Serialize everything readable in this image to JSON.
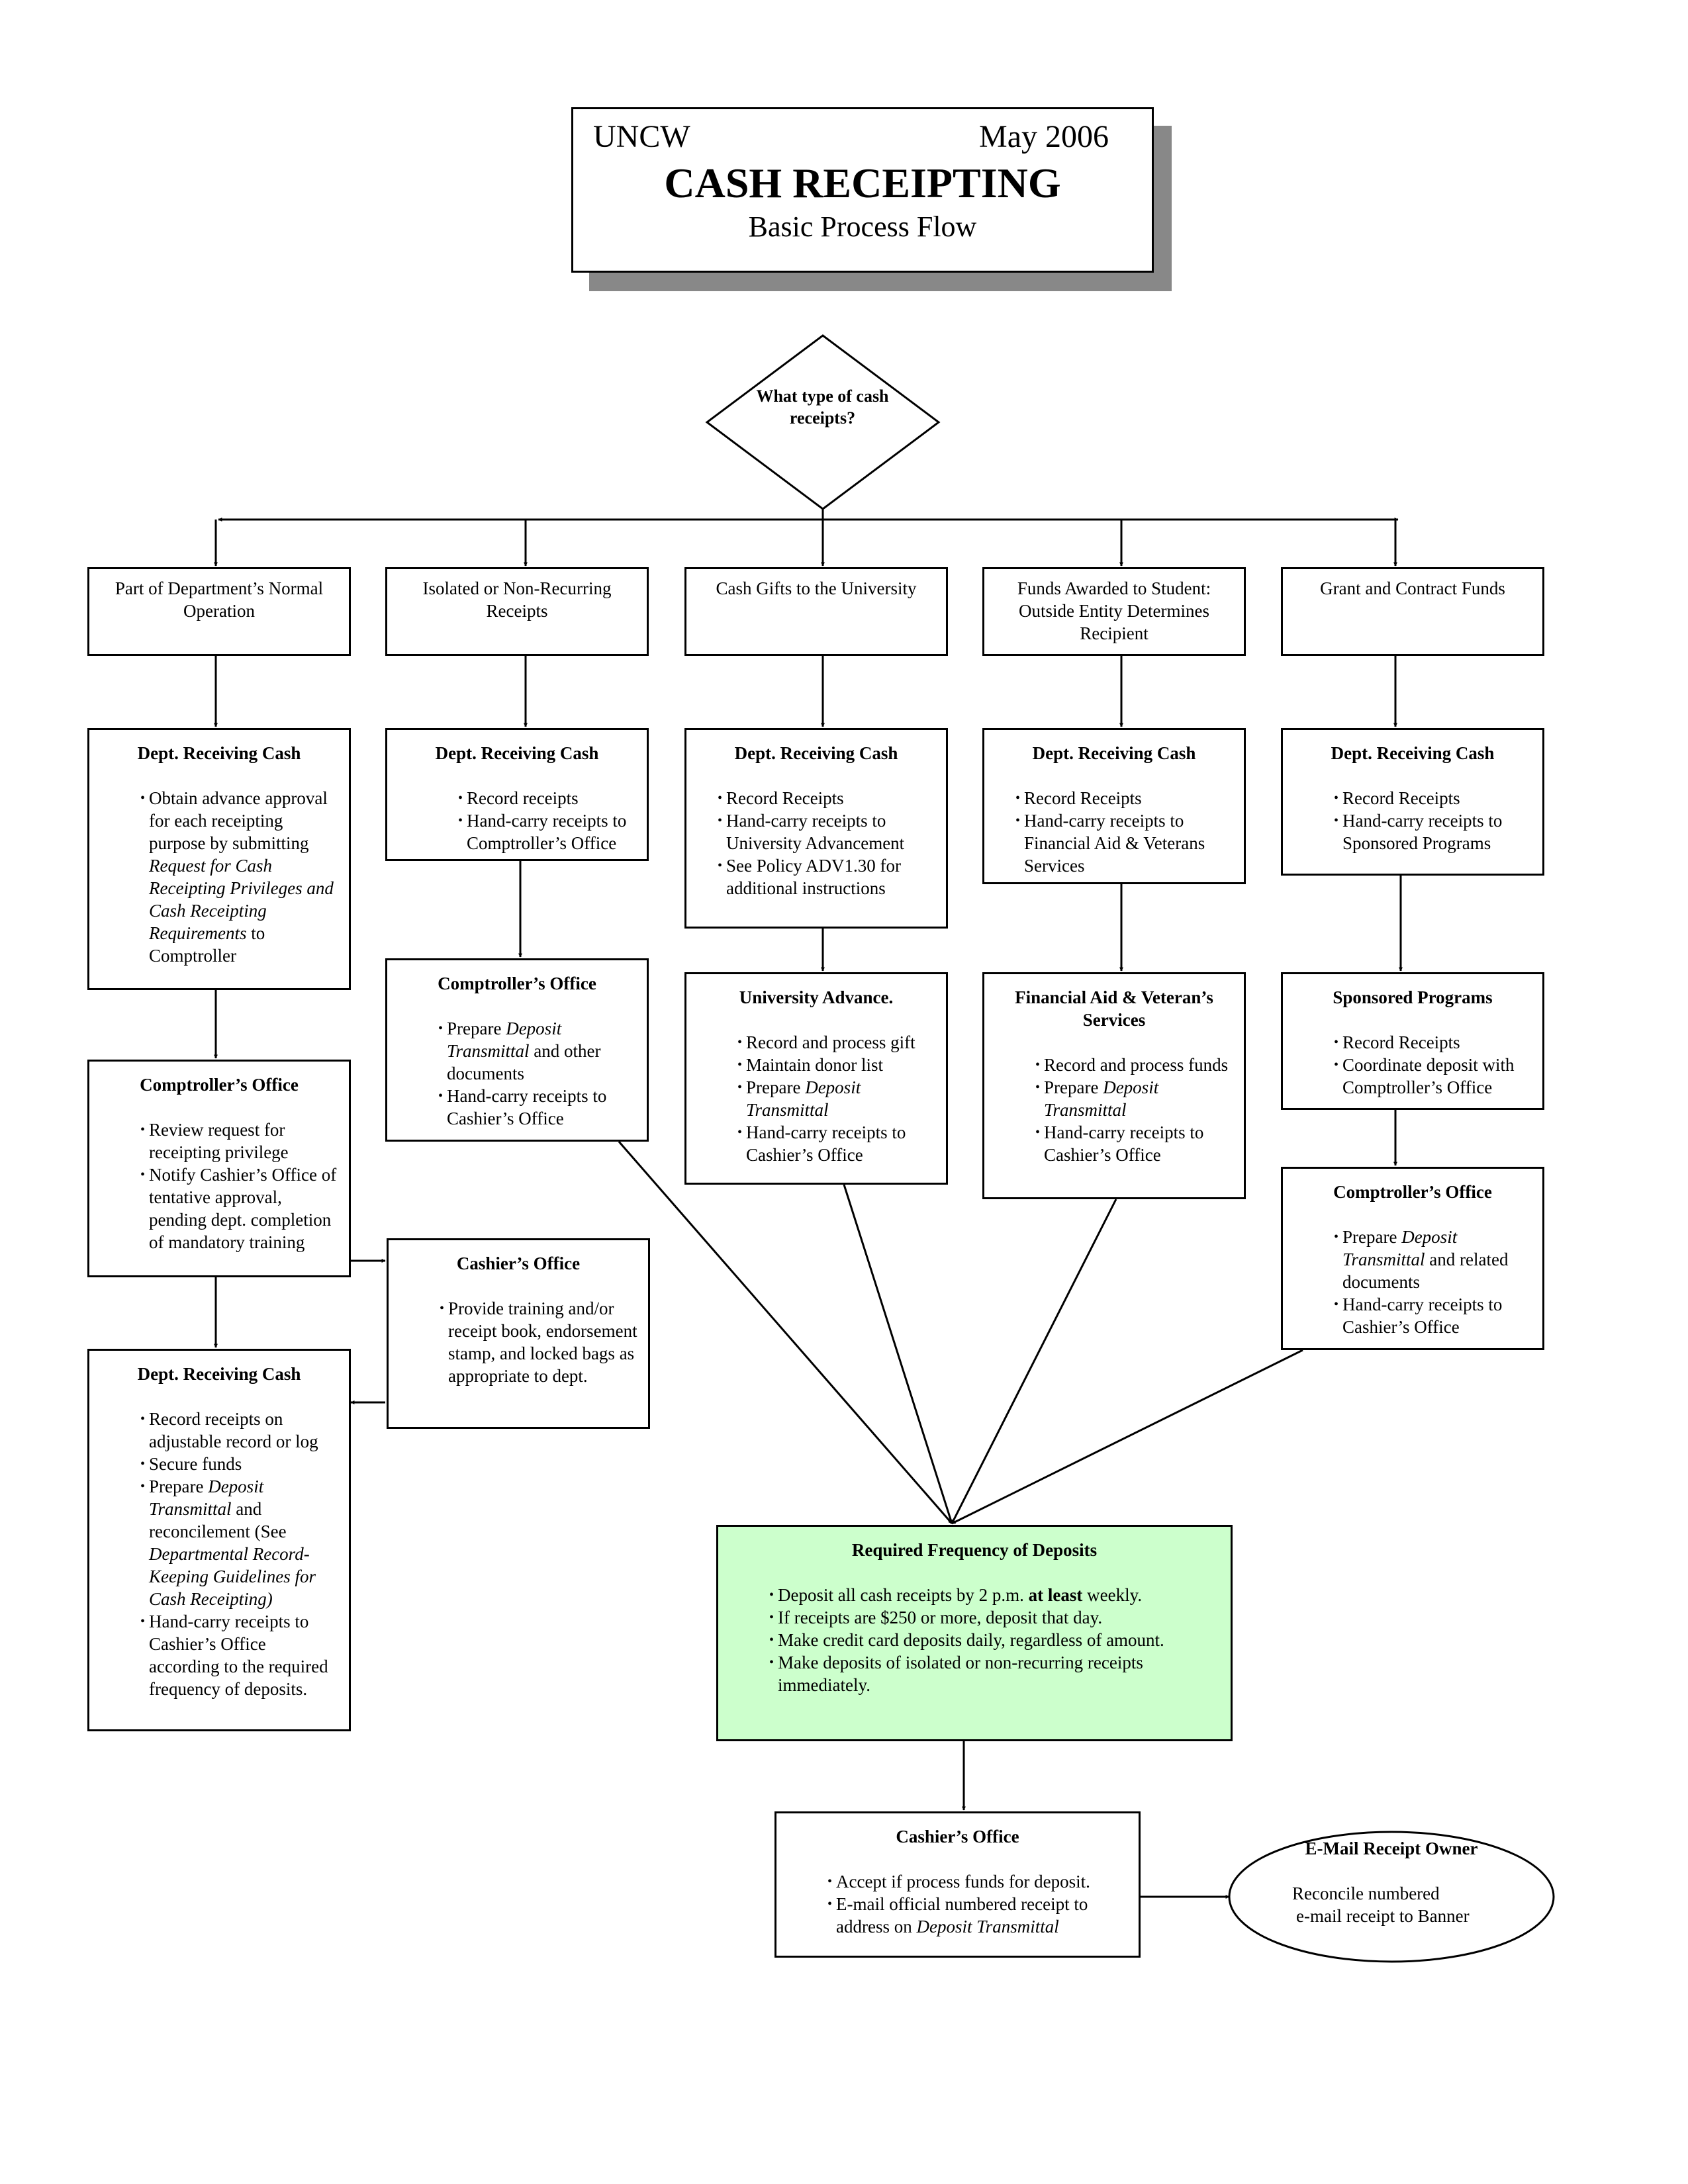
{
  "header": {
    "org": "UNCW",
    "date": "May 2006",
    "title": "CASH RECEIPTING",
    "subtitle": "Basic Process Flow"
  },
  "decision": {
    "question": "What type of cash receipts?"
  },
  "categories": [
    "Part of Department’s Normal Operation",
    "Isolated or Non-Recurring Receipts",
    "Cash Gifts to the University",
    "Funds Awarded to Student: Outside Entity Determines Recipient",
    "Grant and Contract Funds"
  ],
  "col1": {
    "dept_title": "Dept. Receiving Cash",
    "dept_item_1_a": "Obtain advance approval for each receipting purpose by submitting ",
    "dept_item_1_b": "Request for Cash Receipting Privileges and Cash Receipting Requirements",
    "dept_item_1_c": " to Comptroller",
    "comp_title": "Comptroller’s Office",
    "comp_item_1": "Review request for receipting privilege",
    "comp_item_2": "Notify Cashier’s Office of tentative approval, pending dept. completion of mandatory training",
    "dept2_title": "Dept. Receiving Cash",
    "dept2_item_1": "Record receipts on adjustable record or log",
    "dept2_item_2": "Secure funds",
    "dept2_item_3_a": "Prepare ",
    "dept2_item_3_b": "Deposit Transmittal",
    "dept2_item_3_c": " and reconcilement (See ",
    "dept2_item_3_d": "Departmental Record-Keeping Guidelines for Cash Receipting)",
    "dept2_item_4": "Hand-carry receipts to Cashier’s Office according to the required frequency of deposits."
  },
  "col2": {
    "dept_title": "Dept. Receiving Cash",
    "dept_item_1": "Record receipts",
    "dept_item_2": "Hand-carry receipts to Comptroller’s Office",
    "comp_title": "Comptroller’s Office",
    "comp_item_1_a": "Prepare ",
    "comp_item_1_b": "Deposit Transmittal",
    "comp_item_1_c": " and other documents",
    "comp_item_2": "Hand-carry receipts to Cashier’s Office",
    "cash_title": "Cashier’s Office",
    "cash_item_1": "Provide training and/or receipt book, endorsement stamp, and locked bags as appropriate to dept."
  },
  "col3": {
    "dept_title": "Dept. Receiving Cash",
    "dept_item_1": "Record Receipts",
    "dept_item_2": "Hand-carry receipts to University Advancement",
    "dept_item_3": "See Policy ADV1.30 for additional instructions",
    "adv_title": "University Advance.",
    "adv_item_1": "Record and process gift",
    "adv_item_2": "Maintain donor list",
    "adv_item_3_a": "Prepare ",
    "adv_item_3_b": "Deposit Transmittal",
    "adv_item_4": "Hand-carry receipts to Cashier’s Office"
  },
  "col4": {
    "dept_title": "Dept. Receiving Cash",
    "dept_item_1": "Record Receipts",
    "dept_item_2": "Hand-carry receipts to Financial Aid & Veterans Services",
    "fa_title": "Financial Aid & Veteran’s Services",
    "fa_item_1": "Record and process funds",
    "fa_item_2_a": "Prepare ",
    "fa_item_2_b": "Deposit Transmittal",
    "fa_item_3": "Hand-carry receipts to Cashier’s Office"
  },
  "col5": {
    "dept_title": "Dept. Receiving Cash",
    "dept_item_1": "Record Receipts",
    "dept_item_2": "Hand-carry receipts to Sponsored Programs",
    "sp_title": "Sponsored Programs",
    "sp_item_1": "Record Receipts",
    "sp_item_2": "Coordinate deposit with Comptroller’s Office",
    "comp_title": "Comptroller’s Office",
    "comp_item_1_a": "Prepare ",
    "comp_item_1_b": "Deposit Transmittal",
    "comp_item_1_c": " and related documents",
    "comp_item_2": "Hand-carry receipts to Cashier’s Office"
  },
  "frequency": {
    "title": "Required Frequency of Deposits",
    "item_1_a": "Deposit all cash receipts by 2 p.m. ",
    "item_1_b": "at least",
    "item_1_c": " weekly.",
    "item_2": "If receipts are $250 or more, deposit that day.",
    "item_3": "Make credit card deposits daily, regardless of amount.",
    "item_4": "Make deposits of isolated or non-recurring receipts immediately."
  },
  "cashier_final": {
    "title": "Cashier’s Office",
    "item_1": "Accept if process funds for deposit.",
    "item_2_a": "E-mail official numbered receipt to address on ",
    "item_2_b": "Deposit Transmittal"
  },
  "email": {
    "title": "E-Mail Receipt Owner",
    "line_1": "Reconcile numbered",
    "line_2": "e-mail receipt to Banner"
  },
  "colors": {
    "line": "#000000",
    "highlight_box": "#ccffcc",
    "shadow": "#888888"
  }
}
